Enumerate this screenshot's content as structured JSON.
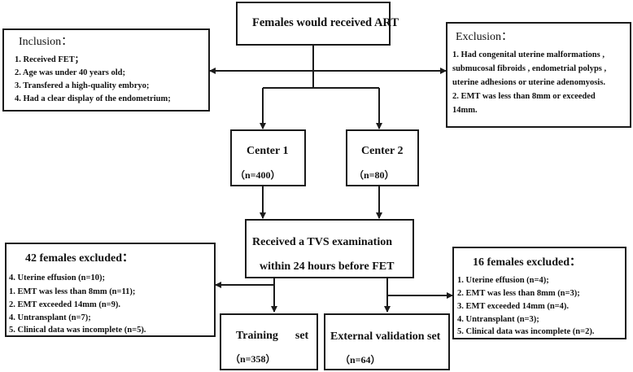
{
  "top": {
    "title": "Females would received ART"
  },
  "inclusion": {
    "title": "Inclusion：",
    "items": [
      "1.  Received FET；",
      "2. Age was under 40 years old;",
      "3. Transfered a high-quality embryo;",
      "4. Had a clear display of the endometrium;"
    ]
  },
  "exclusion": {
    "title": "Exclusion：",
    "lines": [
      "1.  Had congenital uterine malformations ,",
      "submucosal fibroids , endometrial polyps ,",
      "uterine adhesions or uterine adenomyosis.",
      "2.  EMT was less than 8mm or exceeded",
      "14mm."
    ]
  },
  "center1": {
    "title": "Center 1",
    "n": "（n=400）"
  },
  "center2": {
    "title": "Center 2",
    "n": "（n=80）"
  },
  "tvs": {
    "line1": "Received a TVS examination",
    "line2": "within 24 hours before FET"
  },
  "excluded_left": {
    "title": "42 females excluded：",
    "items": [
      "4.  Uterine effusion (n=10);",
      "1.  EMT was less than 8mm (n=11);",
      "2.  EMT exceeded 14mm (n=9).",
      "4. Untransplant (n=7);",
      "5. Clinical data was incomplete (n=5)."
    ]
  },
  "excluded_right": {
    "title": "16 females excluded：",
    "items": [
      "1.  Uterine effusion (n=4);",
      "2.  EMT was less than 8mm (n=3);",
      "3.  EMT exceeded 14mm (n=4).",
      "4.  Untransplant (n=3);",
      "5.  Clinical data was incomplete (n=2)."
    ]
  },
  "training": {
    "title": "Training      set",
    "n": "（n=358）"
  },
  "external": {
    "title": "External validation set",
    "n": "（n=64）"
  }
}
